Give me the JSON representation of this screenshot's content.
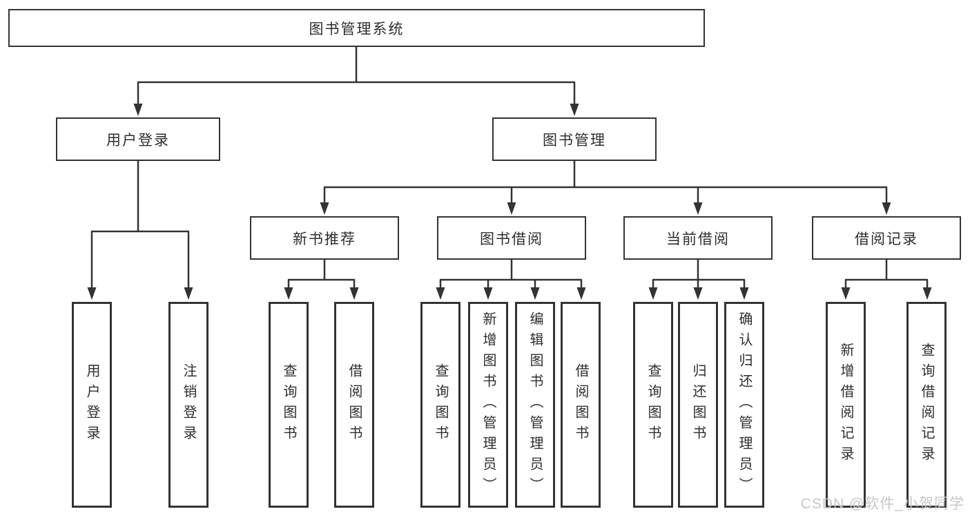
{
  "diagram_title": "图书管理系统",
  "watermark": {
    "text": "CSDN @软件_小贺同学"
  },
  "colors": {
    "line": "#333333",
    "box_border": "#333333",
    "text": "#2e2e2e",
    "background": "#ffffff",
    "watermark": "#c7c7c7"
  },
  "tree": {
    "label": "图书管理系统",
    "children": [
      {
        "label": "用户登录",
        "children": [
          {
            "label": "用户登录"
          },
          {
            "label": "注销登录"
          }
        ]
      },
      {
        "label": "图书管理",
        "children": [
          {
            "label": "新书推荐",
            "children": [
              {
                "label": "查询图书"
              },
              {
                "label": "借阅图书"
              }
            ]
          },
          {
            "label": "图书借阅",
            "children": [
              {
                "label": "查询图书"
              },
              {
                "label": "新增图书（管理员）"
              },
              {
                "label": "编辑图书（管理员）"
              },
              {
                "label": "借阅图书"
              }
            ]
          },
          {
            "label": "当前借阅",
            "children": [
              {
                "label": "查询图书"
              },
              {
                "label": "归还图书"
              },
              {
                "label": "确认归还（管理员）"
              }
            ]
          },
          {
            "label": "借阅记录",
            "children": [
              {
                "label": "新增借阅记录"
              },
              {
                "label": "查询借阅记录"
              }
            ]
          }
        ]
      }
    ]
  }
}
